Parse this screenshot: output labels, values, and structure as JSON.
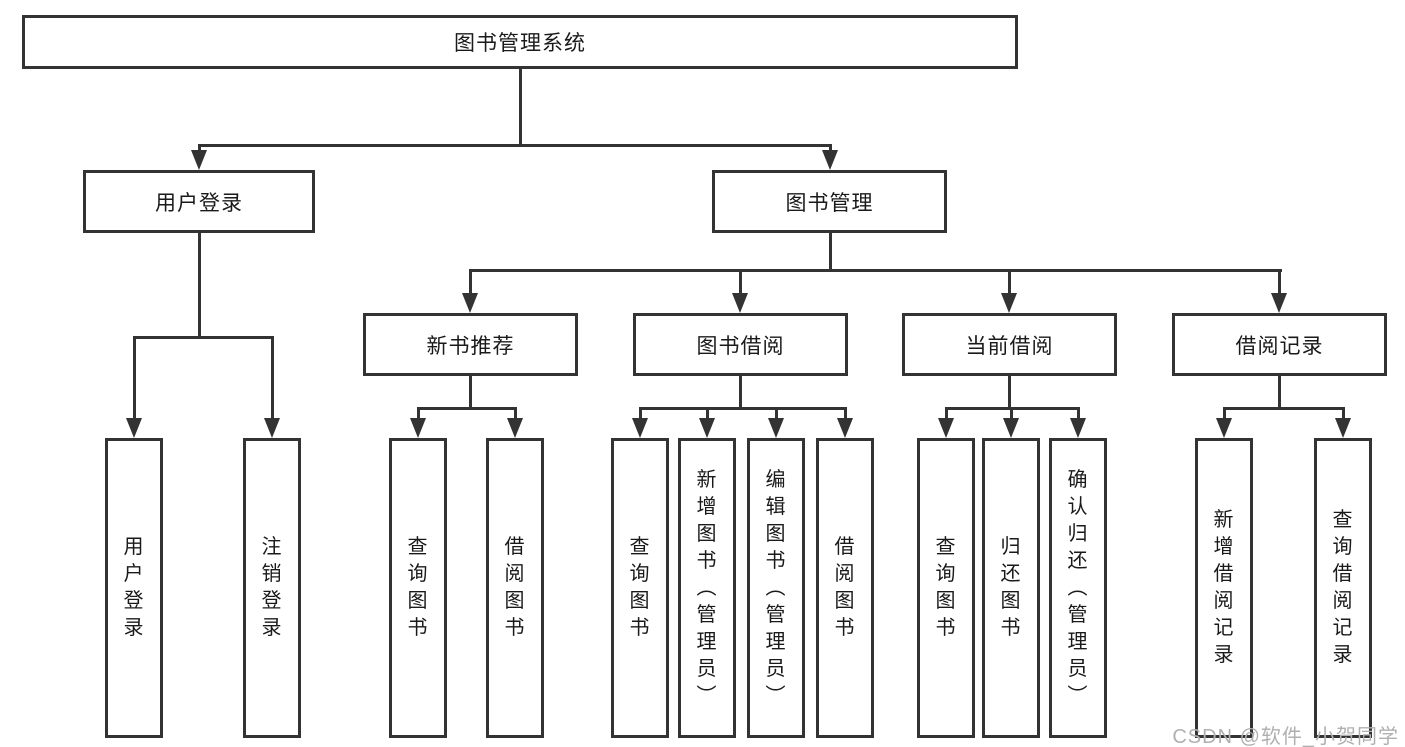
{
  "diagram": {
    "root": {
      "label": "图书管理系统"
    },
    "level2": [
      {
        "id": "user-login",
        "label": "用户登录"
      },
      {
        "id": "book-management",
        "label": "图书管理"
      }
    ],
    "level3": [
      {
        "id": "new-book-recommend",
        "label": "新书推荐"
      },
      {
        "id": "book-borrow",
        "label": "图书借阅"
      },
      {
        "id": "current-borrow",
        "label": "当前借阅"
      },
      {
        "id": "borrow-records",
        "label": "借阅记录"
      }
    ],
    "level4_groups": [
      {
        "parent": "用户登录",
        "items": [
          "用户登录",
          "注销登录"
        ]
      },
      {
        "parent": "新书推荐",
        "items": [
          "查询图书",
          "借阅图书"
        ]
      },
      {
        "parent": "图书借阅",
        "items": [
          "查询图书",
          "新增图书（管理员）",
          "编辑图书（管理员）",
          "借阅图书"
        ]
      },
      {
        "parent": "当前借阅",
        "items": [
          "查询图书",
          "归还图书",
          "确认归还（管理员）"
        ]
      },
      {
        "parent": "借阅记录",
        "items": [
          "新增借阅记录",
          "查询借阅记录"
        ]
      }
    ]
  },
  "watermark": {
    "text": "CSDN @软件_小贺同学"
  },
  "colors": {
    "line": "#333333",
    "text": "#1a1a1a",
    "background": "#ffffff",
    "watermark": "#b0b0b0"
  }
}
